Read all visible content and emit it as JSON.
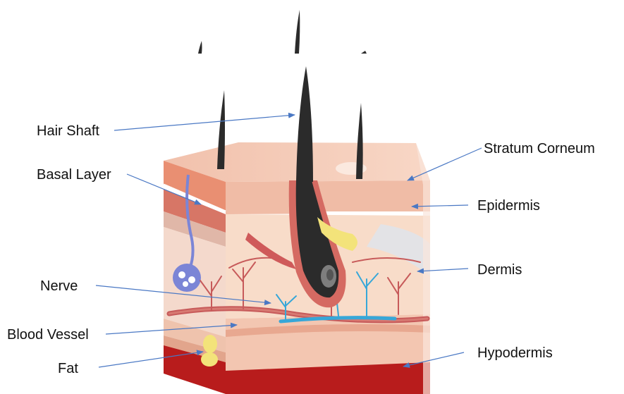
{
  "labels": {
    "hair_shaft": "Hair Shaft",
    "basal_layer": "Basal Layer",
    "nerve": "Nerve",
    "blood_vessel": "Blood Vessel",
    "fat": "Fat",
    "stratum_corneum": "Stratum Corneum",
    "epidermis": "Epidermis",
    "dermis": "Dermis",
    "hypodermis": "Hypodermis"
  },
  "colors": {
    "leader_line": "#4a78c4",
    "hair": "#2b2b2b",
    "skin_surface": "#f6c9b4",
    "epidermis_front": "#efb29d",
    "dermis": "#f8dcc9",
    "hypodermis_deep": "#b81c1c",
    "fat": "#f3e37a",
    "nerve": "#37a7d8",
    "blood_vessel": "#c75a5a",
    "gland": "#7b85d6"
  }
}
